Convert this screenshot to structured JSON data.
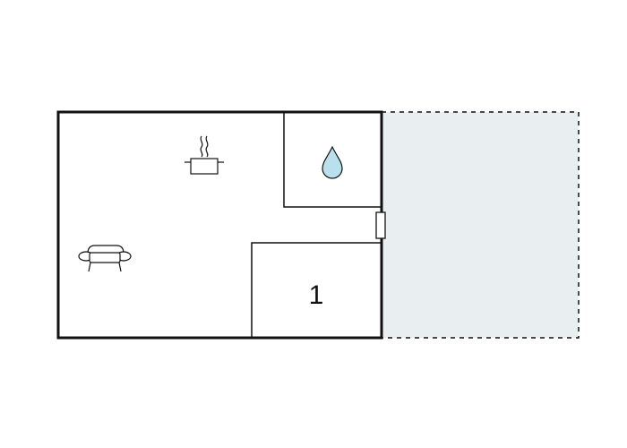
{
  "floorplan": {
    "rooms": [
      {
        "id": "living-kitchen",
        "icons": [
          "cooking-pot-icon",
          "sofa-icon"
        ]
      },
      {
        "id": "bathroom",
        "icons": [
          "water-drop-icon"
        ]
      },
      {
        "id": "bedroom",
        "label": "1"
      }
    ],
    "terrace": {
      "style": "dashed",
      "fill": "#e9eff0"
    },
    "colors": {
      "wall": "#111111",
      "terrace_fill": "#e9eff0",
      "water_drop": "#b9e0ec",
      "background": "#ffffff"
    }
  }
}
